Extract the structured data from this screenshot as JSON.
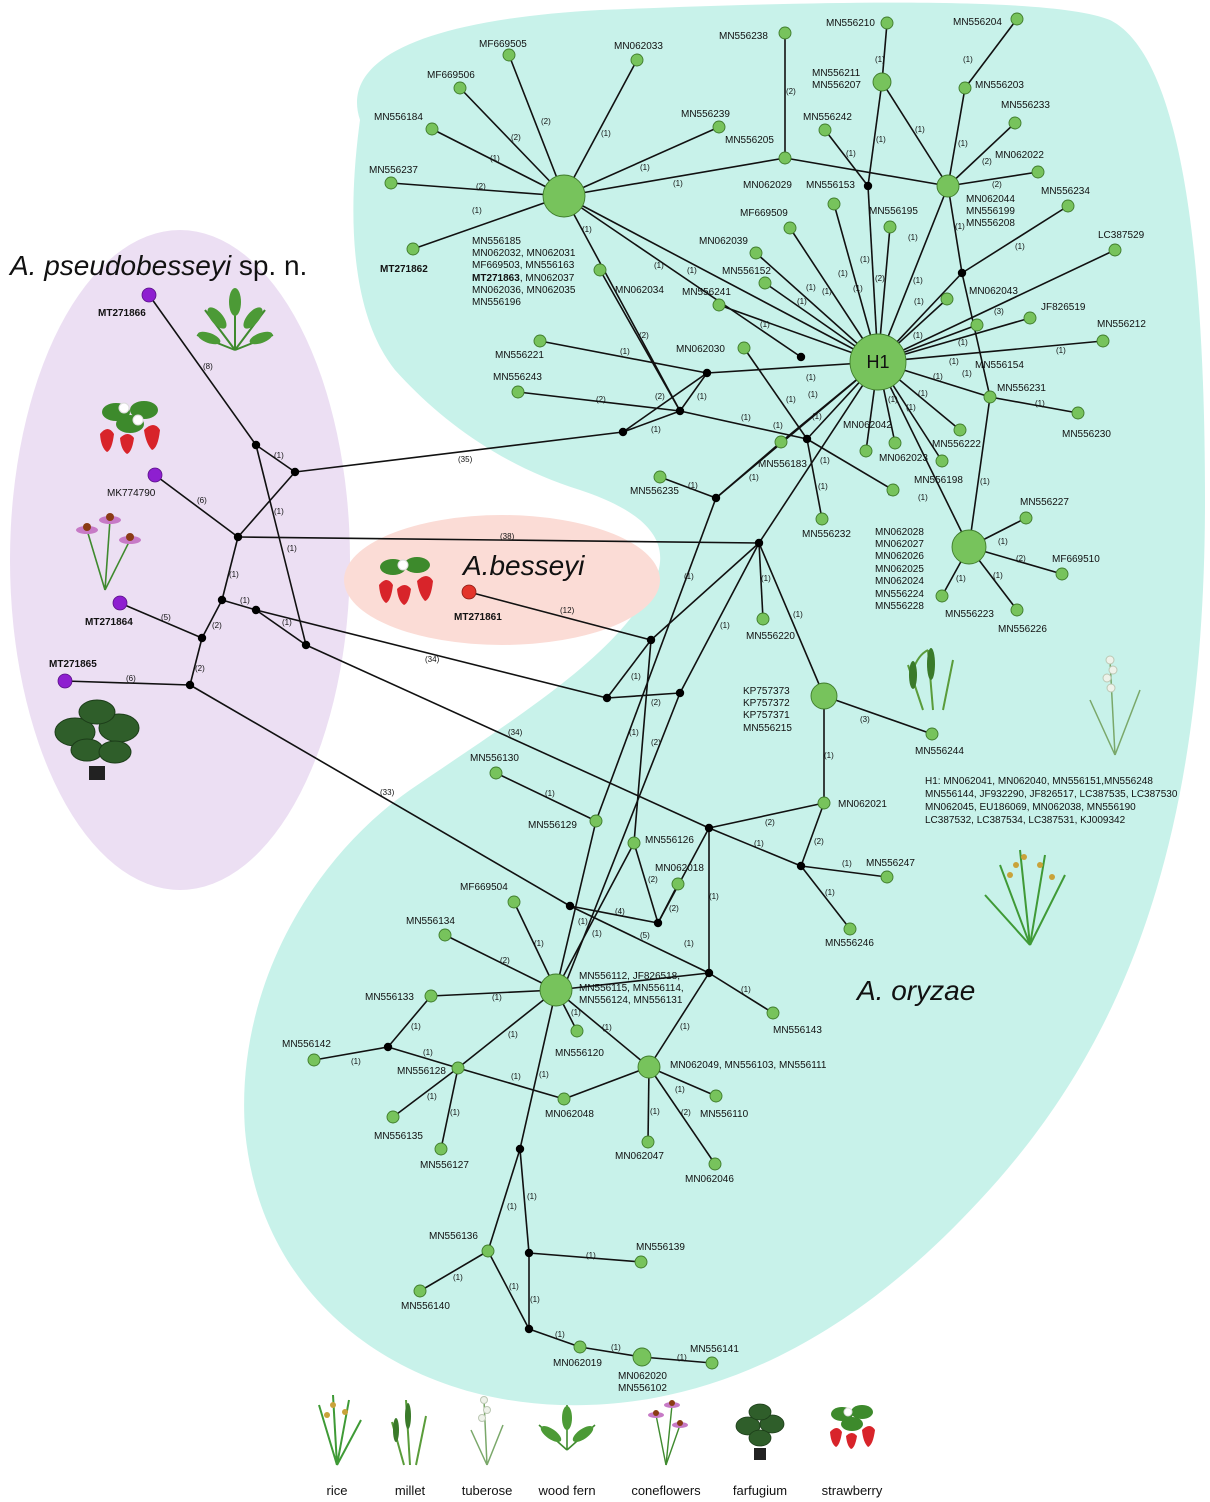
{
  "species": {
    "pseudobesseyi": {
      "name": "A. pseudobesseyi",
      "suffix": " sp. n."
    },
    "besseyi": {
      "name": "A.besseyi"
    },
    "oryzae": {
      "name": "A. oryzae"
    }
  },
  "h1_label": "H1",
  "nodes": {
    "MT271866": "MT271866",
    "MK774790": "MK774790",
    "MT271864": "MT271864",
    "MT271865": "MT271865",
    "MT271861": "MT271861",
    "MT271862": "MT271862",
    "MF669505": "MF669505",
    "MN062033": "MN062033",
    "MF669506": "MF669506",
    "MN556184": "MN556184",
    "MN556237": "MN556237",
    "MN556239": "MN556239",
    "MN556205": "MN556205",
    "MN556238": "MN556238",
    "MN556210": "MN556210",
    "MN556204": "MN556204",
    "MN556211_207": [
      "MN556211",
      "MN556207"
    ],
    "MN556203": "MN556203",
    "MN556233": "MN556233",
    "MN062022": "MN062022",
    "MN556242": "MN556242",
    "MN062029": "MN062029",
    "MN556153": "MN556153",
    "MN062044_group": [
      "MN062044",
      "MN556199",
      "MN556208"
    ],
    "MN556234": "MN556234",
    "MF669509": "MF669509",
    "MN556195": "MN556195",
    "LC387529": "LC387529",
    "MN062039": "MN062039",
    "MN556152": "MN556152",
    "MN062034": "MN062034",
    "MN556241": "MN556241",
    "MN062043": "MN062043",
    "JF826519": "JF826519",
    "MN556212": "MN556212",
    "MN556221": "MN556221",
    "MN062030": "MN062030",
    "MN556154": "MN556154",
    "MN556243": "MN556243",
    "MN556231": "MN556231",
    "MN556230": "MN556230",
    "MN062042": "MN062042",
    "MN556222": "MN556222",
    "MN556183": "MN556183",
    "MN062023": "MN062023",
    "MN556198": "MN556198",
    "MN556235": "MN556235",
    "MN556232": "MN556232",
    "MN556227": "MN556227",
    "MF669510": "MF669510",
    "MN556223": "MN556223",
    "MN556226": "MN556226",
    "MN556220": "MN556220",
    "MN556244": "MN556244",
    "MN556130": "MN556130",
    "MN556129": "MN556129",
    "MN556126": "MN556126",
    "MN062021": "MN062021",
    "MN062018": "MN062018",
    "MN556247": "MN556247",
    "MF669504": "MF669504",
    "MN556246": "MN556246",
    "MN556134": "MN556134",
    "MN556133": "MN556133",
    "MN556143": "MN556143",
    "MN556142": "MN556142",
    "MN556120": "MN556120",
    "MN556128": "MN556128",
    "MN062048": "MN062048",
    "MN556110": "MN556110",
    "MN556135": "MN556135",
    "MN556127": "MN556127",
    "MN062047": "MN062047",
    "MN062046": "MN062046",
    "MN556136": "MN556136",
    "MN556139": "MN556139",
    "MN556140": "MN556140",
    "MN556141": "MN556141",
    "MN062019": "MN062019",
    "MN062020_group": [
      "MN062020",
      "MN556102"
    ],
    "MN062049_group": "MN062049, MN556103, MN556111"
  },
  "groups": {
    "big_hub_top": [
      "MN556185",
      "MN062032, MN062031",
      "MF669503, MN556163",
      "MN062037",
      "MN062036, MN062035",
      "MN556196"
    ],
    "big_hub_top_bold": "MT271863",
    "big_hub_top_bold_suffix": ", MN062037",
    "right_hub": [
      "MN062028",
      "MN062027",
      "MN062026",
      "MN062025",
      "MN062024",
      "MN556224",
      "MN556228"
    ],
    "kp_group": [
      "KP757373",
      "KP757372",
      "KP757371",
      "MN556215"
    ],
    "bottom_hub": [
      "MN556112, JF826518,",
      "MN556115, MN556114,",
      "MN556124, MN556131"
    ],
    "h1_members": [
      "H1: MN062041, MN062040, MN556151,MN556248",
      " MN556144, JF932290, JF826517, LC387535, LC387530",
      " MN062045, EU186069, MN062038, MN556190",
      "LC387532, LC387534, LC387531, KJ009342"
    ]
  },
  "weights": [
    "(1)",
    "(2)",
    "(3)",
    "(4)",
    "(5)",
    "(6)",
    "(8)",
    "(12)",
    "(33)",
    "(34)",
    "(35)",
    "(38)"
  ],
  "legend": [
    {
      "label": "rice",
      "icon": "rice-icon"
    },
    {
      "label": "millet",
      "icon": "millet-icon"
    },
    {
      "label": "tuberose",
      "icon": "tuberose-icon"
    },
    {
      "label": "wood fern",
      "icon": "wood-fern-icon"
    },
    {
      "label": "coneflowers",
      "icon": "coneflowers-icon"
    },
    {
      "label": "farfugium",
      "icon": "farfugium-icon"
    },
    {
      "label": "strawberry",
      "icon": "strawberry-icon"
    }
  ],
  "colors": {
    "oryzae_region": "#c8f2ea",
    "pseudobesseyi_region": "#ecdff3",
    "besseyi_region": "#fbdcd6",
    "oryzae_node": "#77c35c",
    "pseudobesseyi_node": "#8e1fd0",
    "besseyi_node": "#e3342a",
    "median_vector": "#000000"
  }
}
